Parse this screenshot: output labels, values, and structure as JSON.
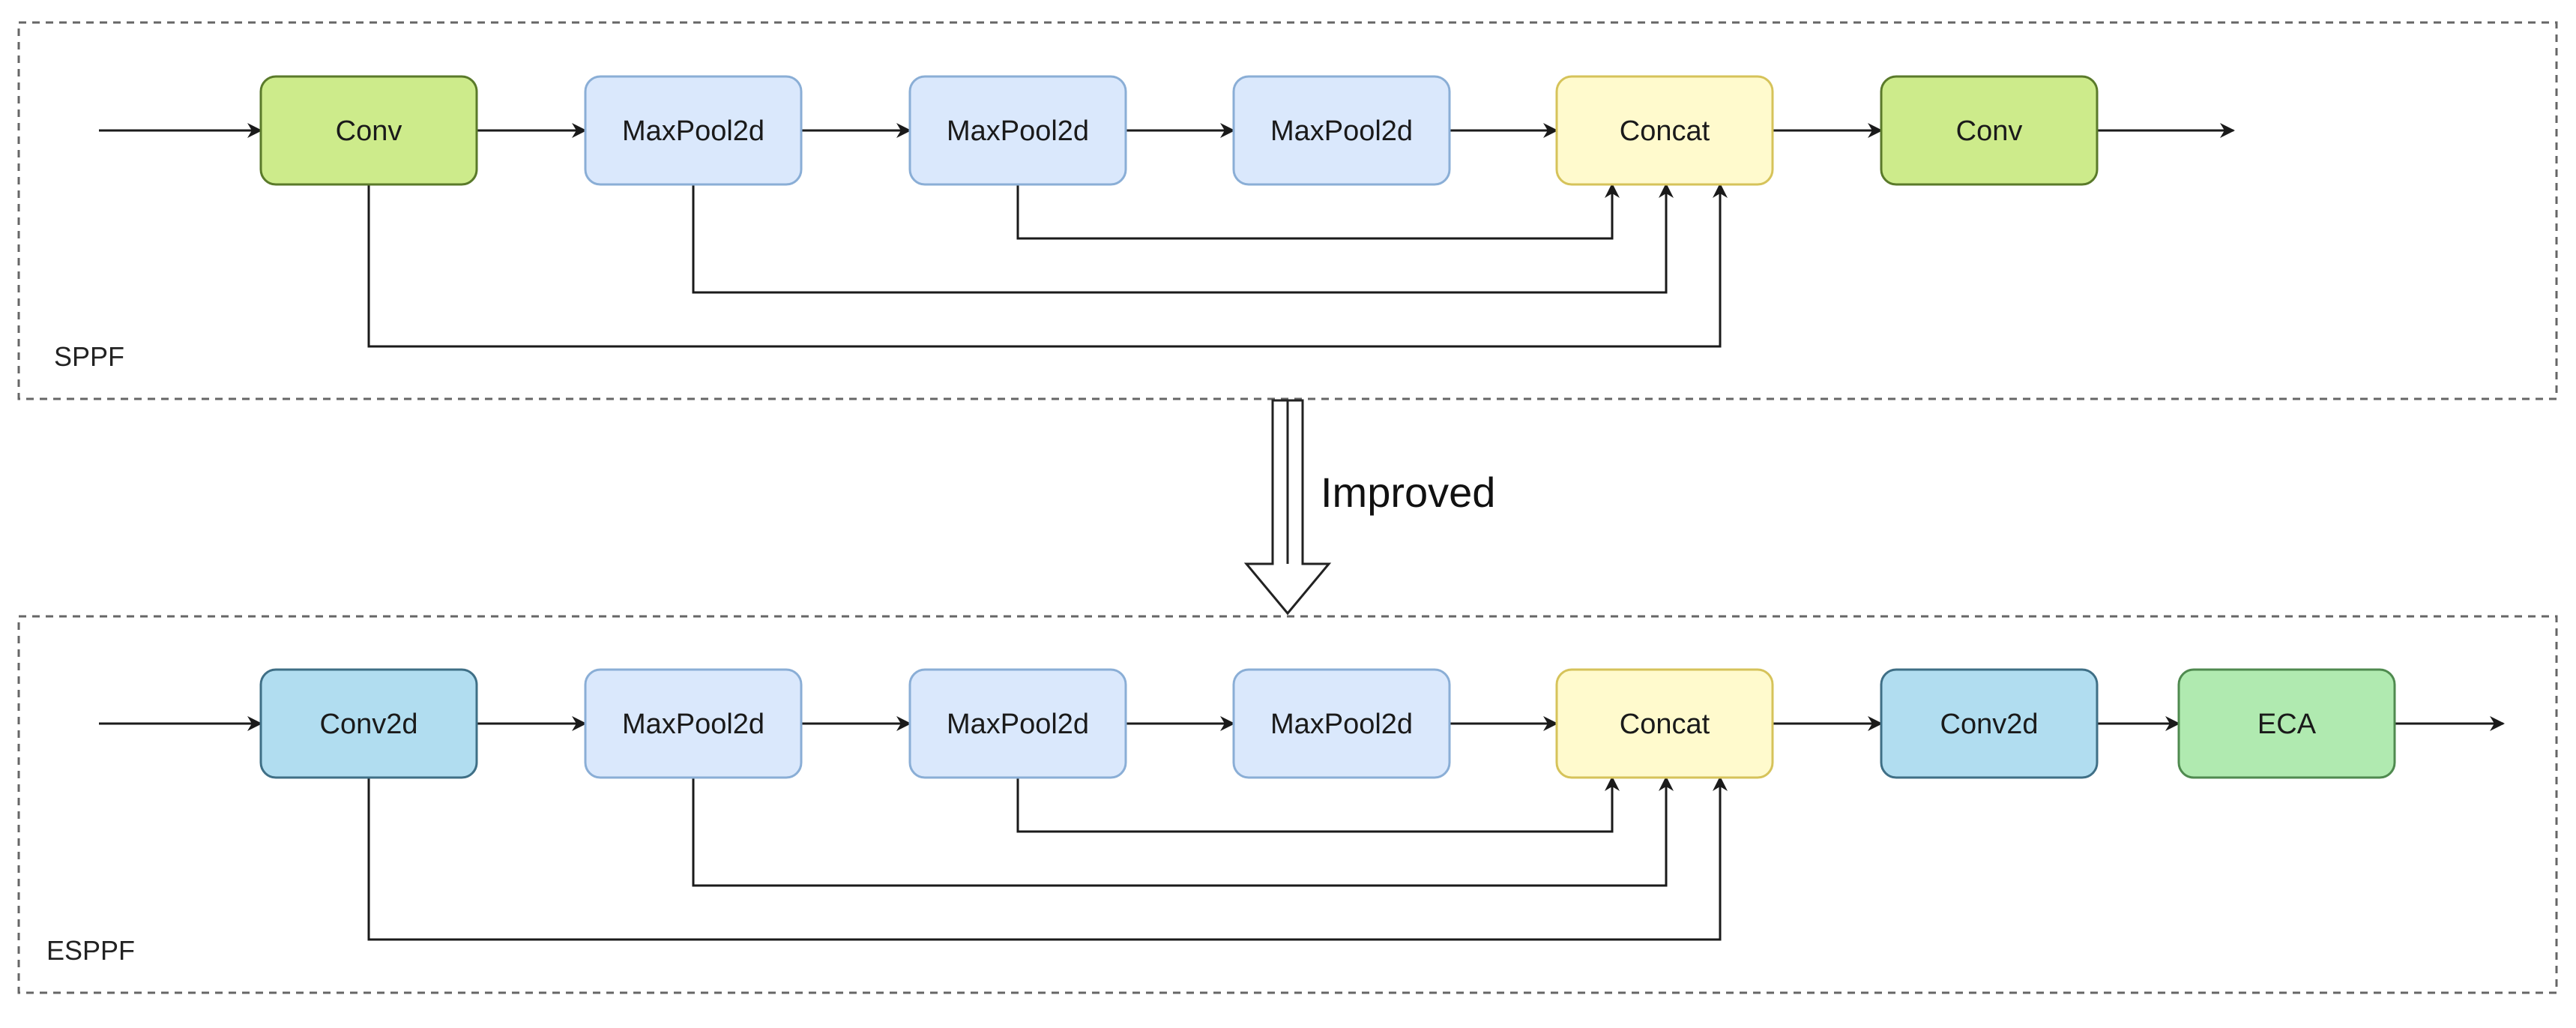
{
  "colors": {
    "conv_fill": "#cdeb8b",
    "conv_stroke": "#5a7a2a",
    "pool_fill": "#dae8fc",
    "pool_stroke": "#8aaed6",
    "concat_fill": "#fffacd",
    "concat_stroke": "#d6c35a",
    "conv2d_fill": "#b1ddf0",
    "conv2d_stroke": "#3f6f86",
    "eca_fill": "#b0eab0",
    "eca_stroke": "#4f8a4f",
    "line": "#1a1a1a",
    "group_border": "#666666"
  },
  "sppf": {
    "label": "SPPF",
    "nodes": [
      {
        "id": "sppf-conv-1",
        "label": "Conv",
        "kind": "conv"
      },
      {
        "id": "sppf-maxpool-1",
        "label": "MaxPool2d",
        "kind": "pool"
      },
      {
        "id": "sppf-maxpool-2",
        "label": "MaxPool2d",
        "kind": "pool"
      },
      {
        "id": "sppf-maxpool-3",
        "label": "MaxPool2d",
        "kind": "pool"
      },
      {
        "id": "sppf-concat",
        "label": "Concat",
        "kind": "concat"
      },
      {
        "id": "sppf-conv-2",
        "label": "Conv",
        "kind": "conv"
      }
    ]
  },
  "transition": {
    "label": "Improved"
  },
  "esppf": {
    "label": "ESPPF",
    "nodes": [
      {
        "id": "esppf-conv2d-1",
        "label": "Conv2d",
        "kind": "conv2d"
      },
      {
        "id": "esppf-maxpool-1",
        "label": "MaxPool2d",
        "kind": "pool"
      },
      {
        "id": "esppf-maxpool-2",
        "label": "MaxPool2d",
        "kind": "pool"
      },
      {
        "id": "esppf-maxpool-3",
        "label": "MaxPool2d",
        "kind": "pool"
      },
      {
        "id": "esppf-concat",
        "label": "Concat",
        "kind": "concat"
      },
      {
        "id": "esppf-conv2d-2",
        "label": "Conv2d",
        "kind": "conv2d"
      },
      {
        "id": "esppf-eca",
        "label": "ECA",
        "kind": "eca"
      }
    ]
  }
}
